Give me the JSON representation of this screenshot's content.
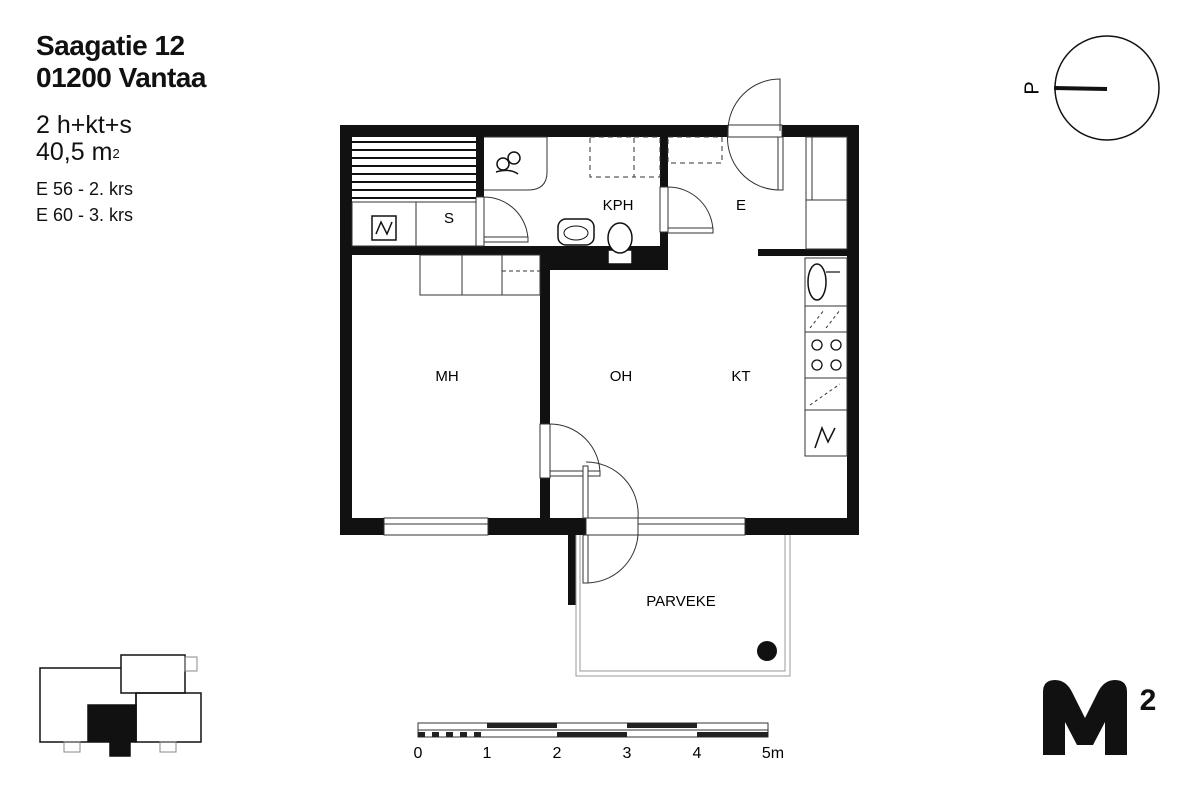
{
  "header": {
    "street": "Saagatie 12",
    "city": "01200 Vantaa",
    "apartment_type": "2 h+kt+s",
    "area_value": "40,5 m",
    "area_unit_sup": "2",
    "ref_line_1": "E 56 - 2. krs",
    "ref_line_2": "E 60 - 3. krs"
  },
  "rooms": {
    "bedroom": "MH",
    "living_room": "OH",
    "kitchen": "KT",
    "bathroom": "KPH",
    "entrance": "E",
    "sauna": "S",
    "balcony": "PARVEKE"
  },
  "compass": {
    "north_label": "P"
  },
  "scale_bar": {
    "ticks": [
      "0",
      "1",
      "2",
      "3",
      "4",
      "5m"
    ]
  },
  "logo": {
    "sup": "2"
  },
  "colors": {
    "wall": "#111111",
    "line": "#333333",
    "balcony_line": "#999999"
  }
}
